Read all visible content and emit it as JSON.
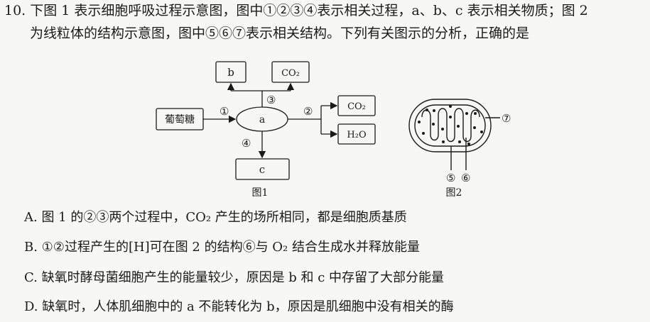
{
  "question": {
    "line1": "10. 下图 1 表示细胞呼吸过程示意图，图中①②③④表示相关过程，a、b、c 表示相关物质；图 2",
    "line2": "为线粒体的结构示意图，图中⑤⑥⑦表示相关结构。下列有关图示的分析，正确的是"
  },
  "figure1": {
    "caption": "图1",
    "boxes": {
      "glucose": "葡萄糖",
      "a": "a",
      "b": "b",
      "c": "c",
      "co2_top": "CO₂",
      "co2_right": "CO₂",
      "h2o": "H₂O"
    },
    "steps": [
      "①",
      "②",
      "③",
      "④"
    ]
  },
  "figure2": {
    "caption": "图2",
    "labels": [
      "⑤",
      "⑥",
      "⑦"
    ]
  },
  "options": [
    "A. 图 1 的②③两个过程中，CO₂ 产生的场所相同，都是细胞质基质",
    "B. ①②过程产生的[H]可在图 2 的结构⑥与 O₂ 结合生成水并释放能量",
    "C. 缺氧时酵母菌细胞产生的能量较少，原因是 b 和 c 中存留了大部分能量",
    "D. 缺氧时，人体肌细胞中的 a 不能转化为 b，原因是肌细胞中没有相关的酶"
  ]
}
